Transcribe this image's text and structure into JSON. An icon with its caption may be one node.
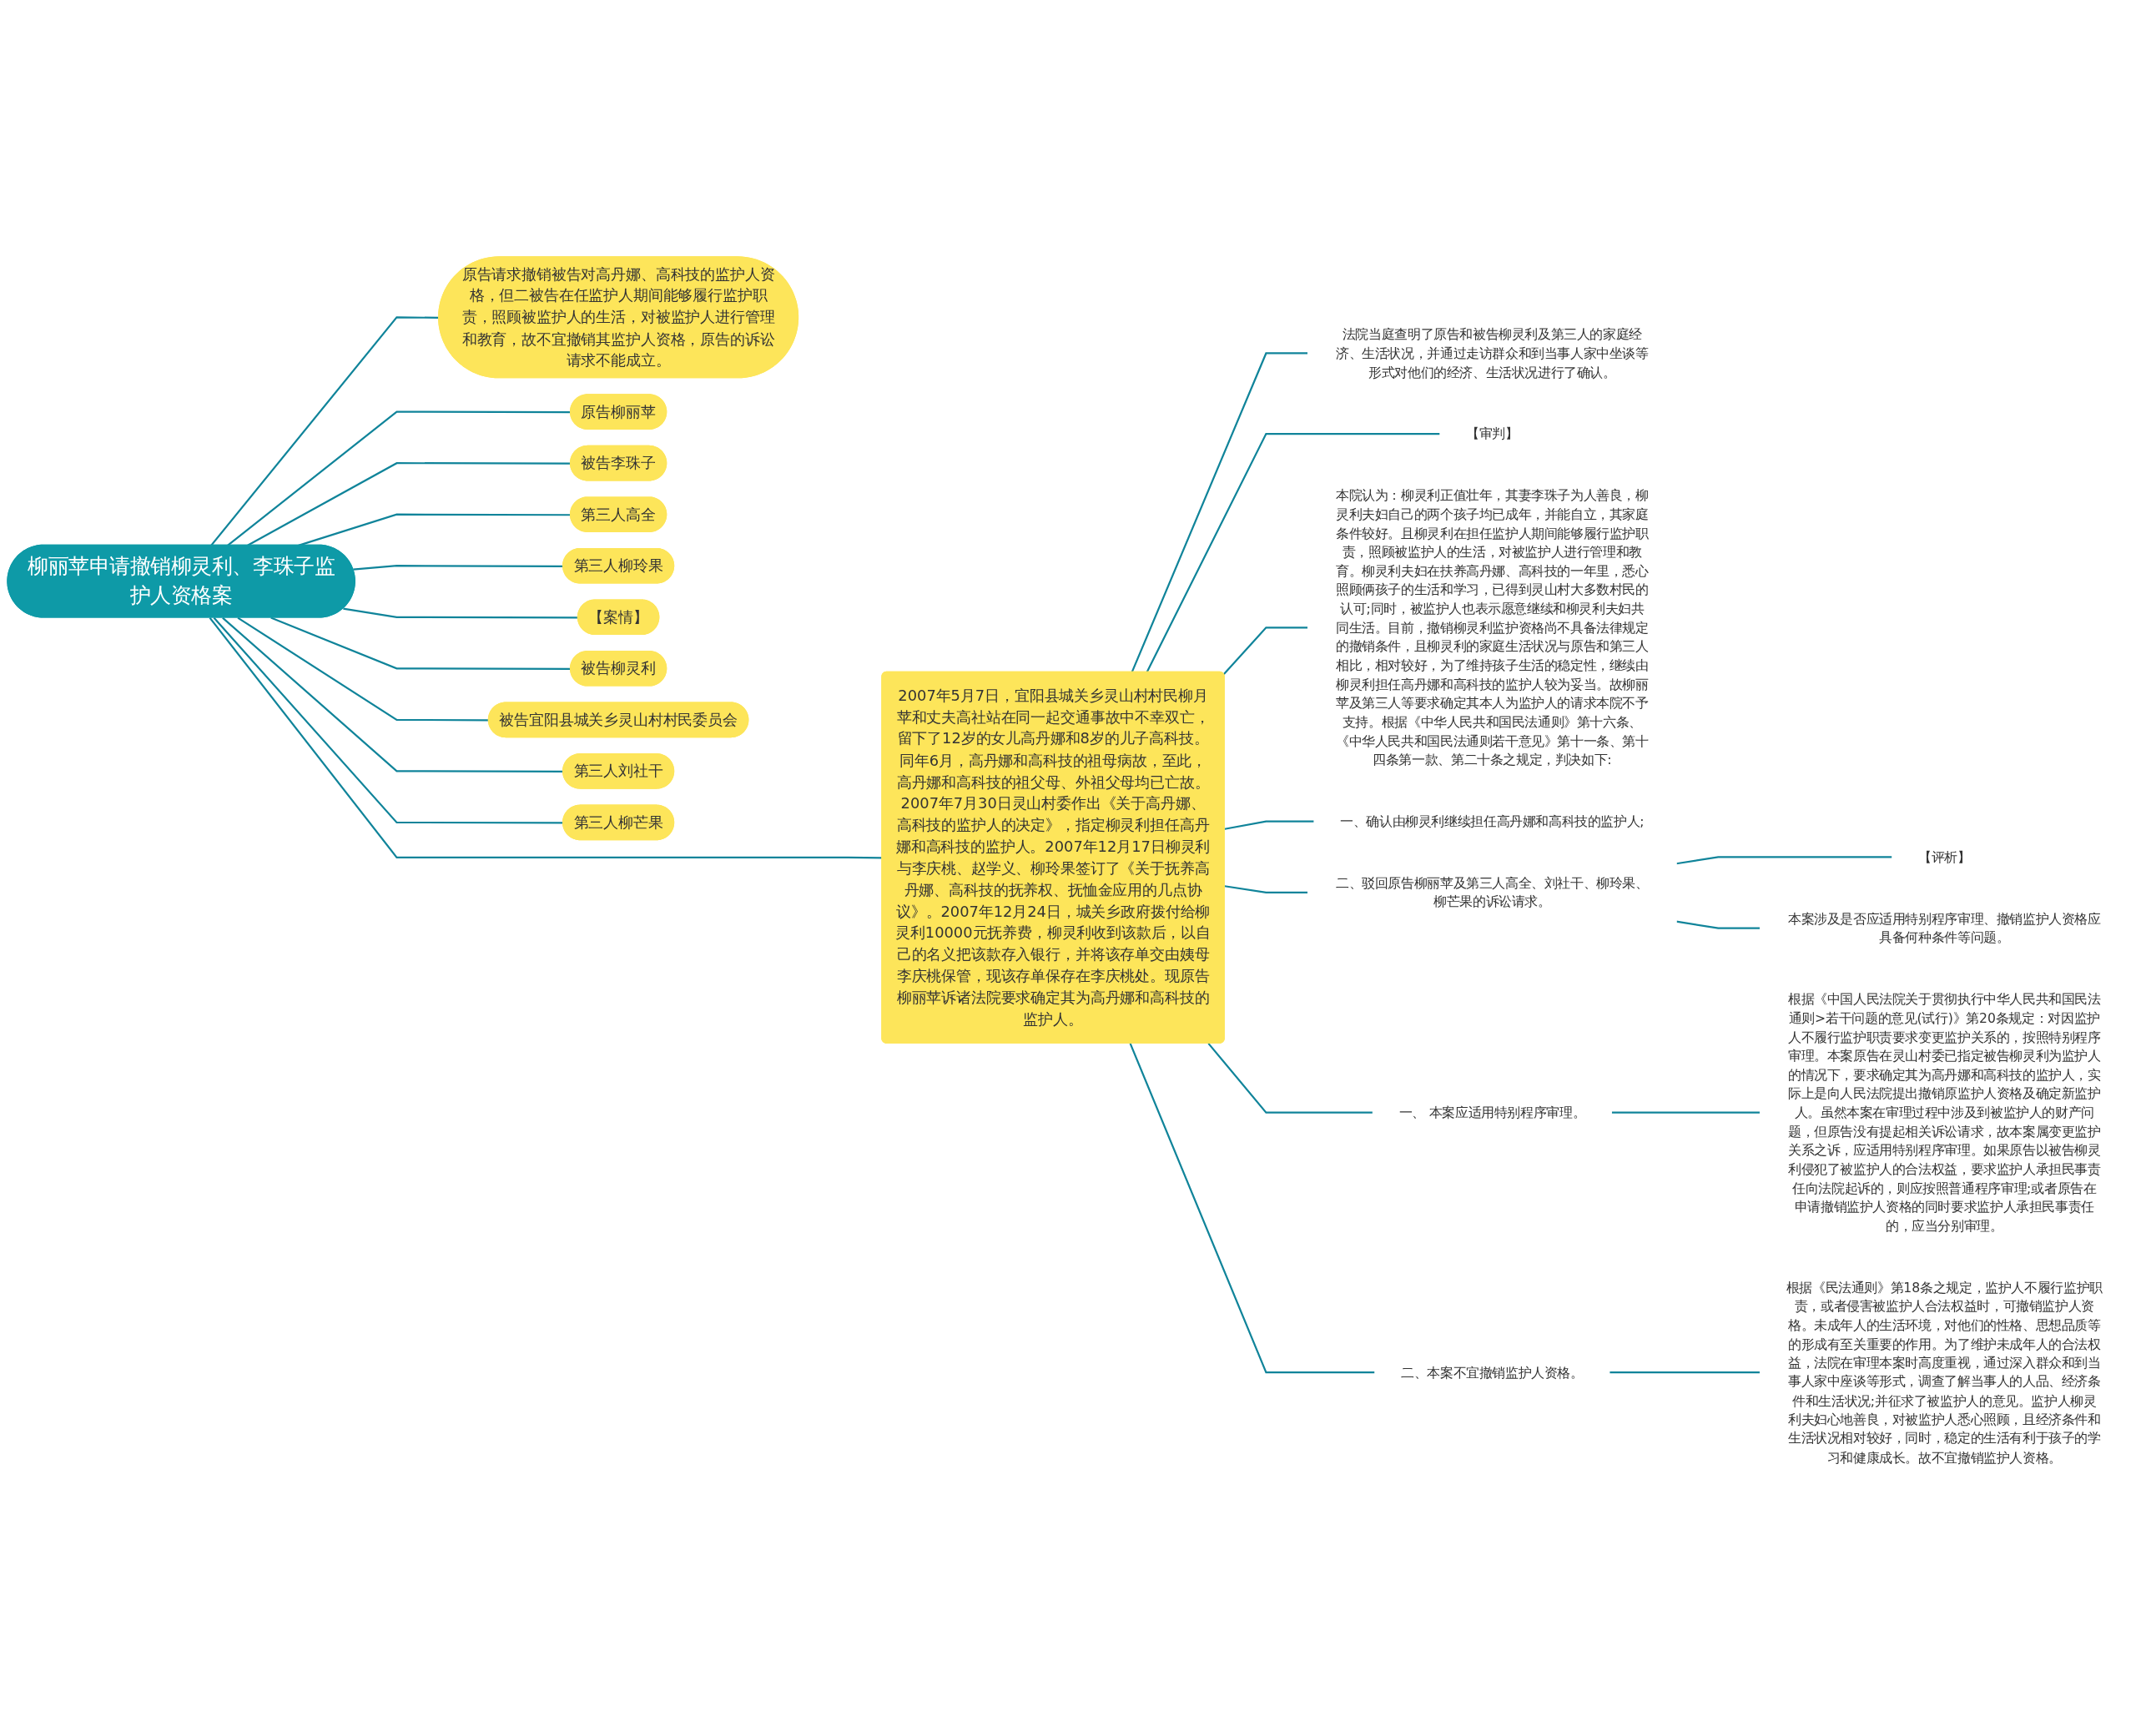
{
  "diagram": {
    "nodes": [
      {
        "text": [
          "柳丽苹申请撤销柳灵利、李珠子监护人资格案"
        ]
      },
      {
        "text": [
          "原告请求撤销被告对高丹娜、高科技的监护人资格，但二被告在任监护人期间能够履行监护职责，照顾被监护人的生活，对被监护人进行管理和教育，故不宜撤销其监护人资格，原告的诉讼请求不能成立。"
        ]
      },
      {
        "text": [
          "原告柳丽苹"
        ]
      },
      {
        "text": [
          "被告李珠子"
        ]
      },
      {
        "text": [
          "第三人高全"
        ]
      },
      {
        "text": [
          "第三人柳玲果"
        ]
      },
      {
        "text": [
          "【案情】"
        ]
      },
      {
        "text": [
          "被告柳灵利"
        ]
      },
      {
        "text": [
          "被告宜阳县城关乡灵山村村民委员会"
        ]
      },
      {
        "text": [
          "第三人刘社干"
        ]
      },
      {
        "text": [
          "第三人柳芒果"
        ]
      },
      {
        "text": [
          "2007年5月7日，宜阳县城关乡灵山村村民柳月苹和丈夫高社站在同一起交通事故中不幸双亡，留下了12岁的女儿高丹娜和8岁的儿子高科技。同年6月，高丹娜和高科技的祖母病故，至此，高丹娜和高科技的祖父母、外祖父母均已亡故。2007年7月30日灵山村委作出《关于高丹娜、高科技的监护人的决定》，指定柳灵利担任高丹娜和高科技的监护人。2007年12月17日柳灵利与李庆桃、赵学义、柳玲果签订了《关于抚养高丹娜、高科技的抚养权、抚恤金应用的几点协议》。2007年12月24日，城关乡政府拨付给柳灵利10000元抚养费，柳灵利收到该款后，以自己的名义把该款存入银行，并将该存单交由姨母李庆桃保管，现该存单保存在李庆桃处。现原告柳丽苹诉诸法院要求确定其为高丹娜和高科技的监护人。"
        ]
      },
      {
        "text": [
          "法院当庭查明了原告和被告柳灵利及第三人的家庭经济、生活状况，并通过走访群众和到当事人家中坐谈等形式对他们的经济、生活状况进行了确认。"
        ]
      },
      {
        "text": [
          "【审判】"
        ]
      },
      {
        "text": [
          "本院认为：柳灵利正值壮年，其妻李珠子为人善良，柳灵利夫妇自己的两个孩子均已成年，并能自立，其家庭条件较好。且柳灵利在担任监护人期间能够履行监护职责，照顾被监护人的生活，对被监护人进行管理和教育。柳灵利夫妇在扶养高丹娜、高科技的一年里，悉心照顾俩孩子的生活和学习，已得到灵山村大多数村民的认可;同时，被监护人也表示愿意继续和柳灵利夫妇共同生活。目前，撤销柳灵利监护资格尚不具备法律规定的撤销条件，且柳灵利的家庭生活状况与原告和第三人相比，相对较好，为了维持孩子生活的稳定性，继续由柳灵利担任高丹娜和高科技的监护人较为妥当。故柳丽苹及第三人等要求确定其本人为监护人的请求本院不予支持。根据《中华人民共和国民法通则》第十六条、《中华人民共和国民法通则若干意见》第十一条、第十四条第一款、第二十条之规定，判决如下:"
        ]
      },
      {
        "text": [
          "一、确认由柳灵利继续担任高丹娜和高科技的监护人;"
        ]
      },
      {
        "text": [
          "二、驳回原告柳丽苹及第三人高全、刘社干、柳玲果、柳芒果的诉讼请求。"
        ]
      },
      {
        "text": [
          "【评析】"
        ]
      },
      {
        "text": [
          "本案涉及是否应适用特别程序审理、撤销监护人资格应具备何种条件等问题。"
        ]
      },
      {
        "text": [
          "一、 本案应适用特别程序审理。"
        ]
      },
      {
        "text": [
          "根据《中国人民法院关于贯彻执行中华人民共和国民法通则>若干问题的意见(试行)》第20条规定：对因监护人不履行监护职责要求变更监护关系的，按照特别程序审理。本案原告在灵山村委已指定被告柳灵利为监护人的情况下，要求确定其为高丹娜和高科技的监护人，实际上是向人民法院提出撤销原监护人资格及确定新监护人。虽然本案在审理过程中涉及到被监护人的财产问题，但原告没有提起相关诉讼请求，故本案属变更监护关系之诉，应适用特别程序审理。如果原告以被告柳灵利侵犯了被监护人的合法权益，要求监护人承担民事责任向法院起诉的，则应按照普通程序审理;或者原告在申请撤销监护人资格的同时要求监护人承担民事责任的，应当分别审理。"
        ]
      },
      {
        "text": [
          "二、本案不宜撤销监护人资格。"
        ]
      },
      {
        "text": [
          "根据《民法通则》第18条之规定，监护人不履行监护职责，或者侵害被监护人合法权益时，可撤销监护人资格。未成年人的生活环境，对他们的性格、思想品质等的形成有至关重要的作用。为了维护未成年人的合法权益，法院在审理本案时高度重视，通过深入群众和到当事人家中座谈等形式，调查了解当事人的人品、经济条件和生活状况;并征求了被监护人的意见。监护人柳灵利夫妇心地善良，对被监护人悉心照顾，且经济条件和生活状况相对较好，同时，稳定的生活有利于孩子的学习和健康成长。故不宜撤销监护人资格。"
        ]
      }
    ],
    "edges": [
      {
        "from": 0,
        "to": 1,
        "arrow": "none"
      },
      {
        "from": 0,
        "to": 2,
        "arrow": "none"
      },
      {
        "from": 0,
        "to": 3,
        "arrow": "none"
      },
      {
        "from": 0,
        "to": 4,
        "arrow": "none"
      },
      {
        "from": 0,
        "to": 5,
        "arrow": "none"
      },
      {
        "from": 0,
        "to": 6,
        "arrow": "none"
      },
      {
        "from": 0,
        "to": 7,
        "arrow": "none"
      },
      {
        "from": 0,
        "to": 8,
        "arrow": "none"
      },
      {
        "from": 0,
        "to": 9,
        "arrow": "none"
      },
      {
        "from": 0,
        "to": 10,
        "arrow": "none"
      },
      {
        "from": 0,
        "to": 11,
        "arrow": "none"
      },
      {
        "from": 11,
        "to": 12,
        "arrow": "none"
      },
      {
        "from": 11,
        "to": 13,
        "arrow": "none"
      },
      {
        "from": 11,
        "to": 14,
        "arrow": "none"
      },
      {
        "from": 11,
        "to": 15,
        "arrow": "none"
      },
      {
        "from": 11,
        "to": 16,
        "arrow": "none"
      },
      {
        "from": 16,
        "to": 17,
        "arrow": "none"
      },
      {
        "from": 16,
        "to": 18,
        "arrow": "none"
      },
      {
        "from": 11,
        "to": 19,
        "arrow": "none"
      },
      {
        "from": 19,
        "to": 20,
        "arrow": "none"
      },
      {
        "from": 11,
        "to": 21,
        "arrow": "none"
      },
      {
        "from": 21,
        "to": 22,
        "arrow": "none"
      }
    ]
  }
}
